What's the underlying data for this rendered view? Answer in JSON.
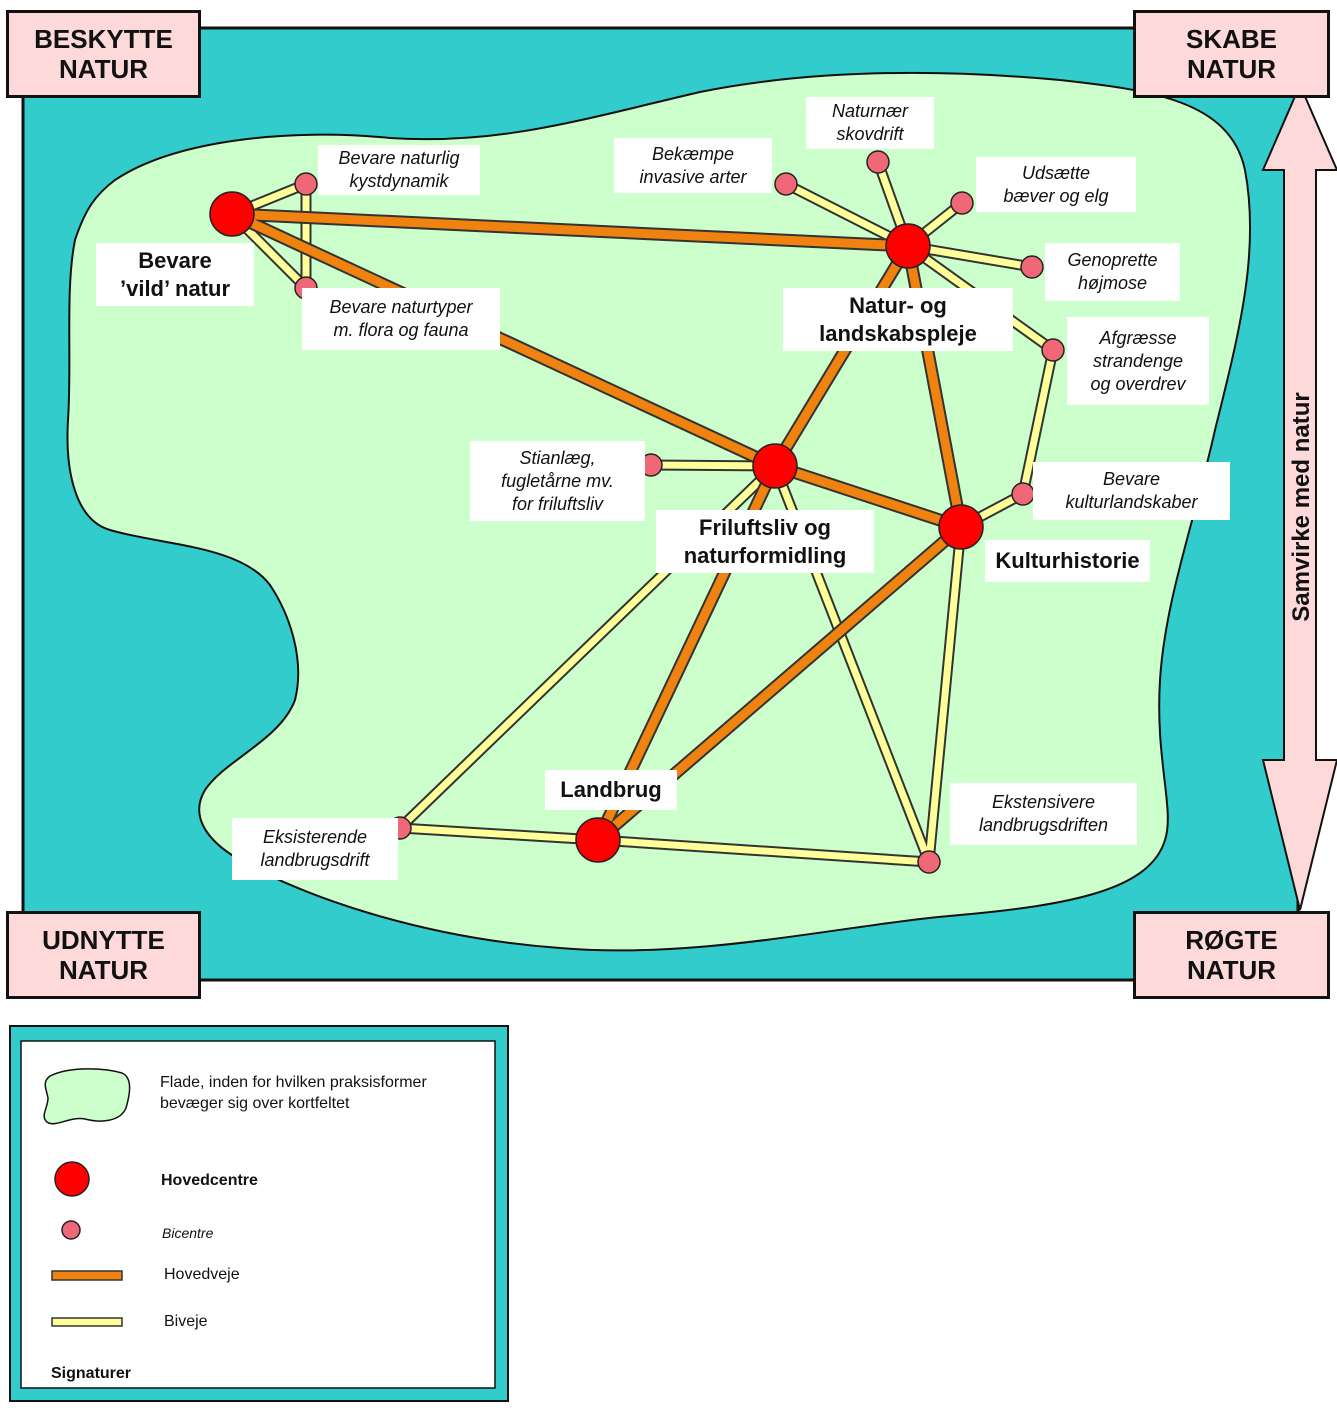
{
  "corners": {
    "top_left": [
      "BESKYTTE",
      "NATUR"
    ],
    "top_right": [
      "SKABE",
      "NATUR"
    ],
    "bottom_left": [
      "UDNYTTE",
      "NATUR"
    ],
    "bottom_right": [
      "RØGTE",
      "NATUR"
    ]
  },
  "side_axis": {
    "label": "Samvirke med natur"
  },
  "main_centres": {
    "bevare_vild": [
      "Bevare",
      "’vild’ natur"
    ],
    "natur_pleje": [
      "Natur- og",
      "landskabspleje"
    ],
    "friluftsliv": [
      "Friluftsliv og",
      "naturformidling"
    ],
    "kulturhistorie": [
      "Kulturhistorie"
    ],
    "landbrug": [
      "Landbrug"
    ]
  },
  "sub_centres": {
    "kystdynamik": [
      "Bevare naturlig",
      "kystdynamik"
    ],
    "naturtyper": [
      "Bevare naturtyper",
      "m. flora og fauna"
    ],
    "invasive": [
      "Bekæmpe",
      "invasive arter"
    ],
    "skovdrift": [
      "Naturnær",
      "skovdrift"
    ],
    "baever": [
      "Udsætte",
      "bæver og elg"
    ],
    "hoejmose": [
      "Genoprette",
      "højmose"
    ],
    "afgraesse": [
      "Afgræsse",
      "strandenge",
      "og overdrev"
    ],
    "stianlaeg": [
      "Stianlæg,",
      "fugletårne mv.",
      "for friluftsliv"
    ],
    "kulturlandskaber": [
      "Bevare",
      "kulturlandskaber"
    ],
    "eksisterende": [
      "Eksisterende",
      "landbrugsdrift"
    ],
    "ekstensivere": [
      "Ekstensivere",
      "landbrugsdriften"
    ]
  },
  "legend": {
    "area": [
      "Flade, inden for hvilken praksisformer",
      "bevæger sig over kortfeltet"
    ],
    "hovedcentre": "Hovedcentre",
    "bicentre": "Bicentre",
    "hovedveje": "Hovedveje",
    "biveje": "Biveje",
    "title": "Signaturer"
  },
  "colors": {
    "sea": "#33cccc",
    "land": "#ccffcc",
    "corner_fill": "#fdd9d9",
    "main_centre": "#ff0000",
    "sub_centre": "#f06878",
    "main_road": "#f0820f",
    "side_road": "#ffff99"
  }
}
